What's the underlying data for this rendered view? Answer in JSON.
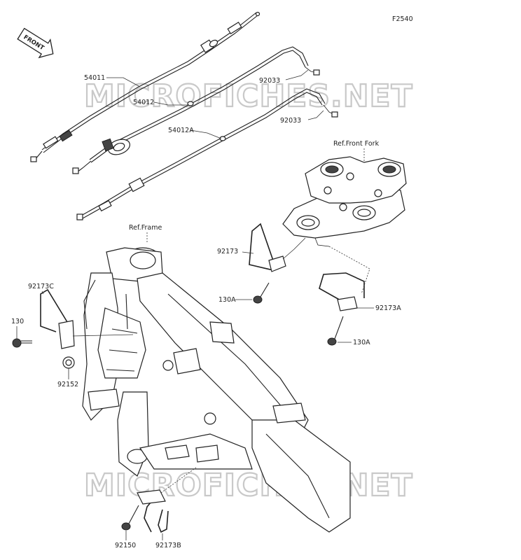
{
  "figure_code": "F2540",
  "front_arrow_label": "FRONT",
  "watermark": "MICROFICHES.NET",
  "refs": {
    "frame": "Ref.Frame",
    "front_fork": "Ref.Front Fork"
  },
  "parts": {
    "p54011": "54011",
    "p54012": "54012",
    "p54012a": "54012A",
    "p92033_top": "92033",
    "p92033_bottom": "92033",
    "p92173": "92173",
    "p130a_left": "130A",
    "p92173a": "92173A",
    "p130a_right": "130A",
    "p92173c": "92173C",
    "p130": "130",
    "p92152": "92152",
    "p92150": "92150",
    "p92173b": "92173B"
  }
}
